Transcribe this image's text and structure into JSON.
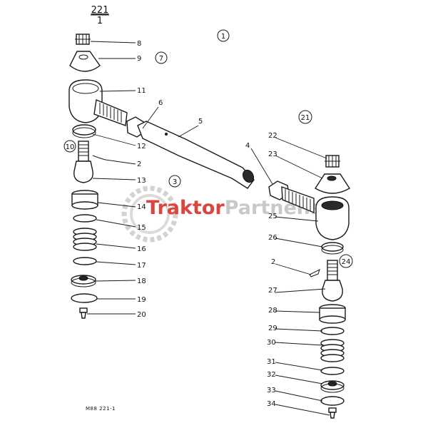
{
  "header": {
    "number": "221",
    "sub": "1"
  },
  "footer": {
    "code": "M88  221-1"
  },
  "watermark": {
    "text_red": "Traktor",
    "text_gray": "Partner.sk",
    "red": "#d9302a",
    "gray": "#c4c4c4"
  },
  "callouts": [
    "1",
    "7",
    "21",
    "10",
    "3",
    "24"
  ],
  "labels": [
    "8",
    "9",
    "11",
    "6",
    "5",
    "12",
    "2",
    "13",
    "14",
    "15",
    "16",
    "17",
    "18",
    "19",
    "20",
    "22",
    "23",
    "4",
    "25",
    "26",
    "2",
    "27",
    "28",
    "29",
    "30",
    "31",
    "32",
    "33",
    "34"
  ]
}
